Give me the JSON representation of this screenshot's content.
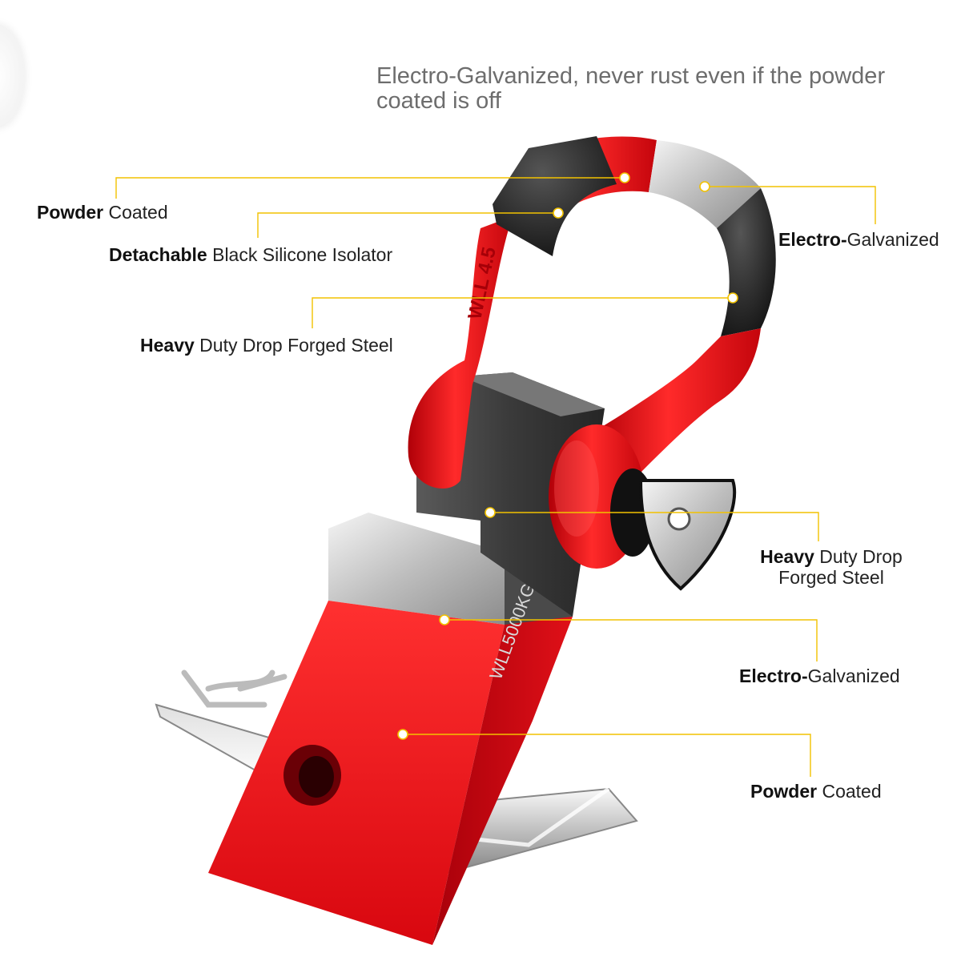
{
  "headline": "Electro-Galvanized, never rust even if the powder coated is off",
  "shackle_stamp": "WLL 4.5",
  "receiver_stamp": "WLL5000KG",
  "colors": {
    "accent_line": "#f2c200",
    "body_red": "#e8141a",
    "silver": "#c9c9c9",
    "black": "#1b1b1b"
  },
  "callouts": [
    {
      "bold": "Powder",
      "rest": " Coated"
    },
    {
      "bold": "Detachable",
      "rest": " Black Silicone Isolator"
    },
    {
      "bold": "Heavy",
      "rest": " Duty Drop Forged Steel"
    },
    {
      "bold": "Electro-",
      "rest": "Galvanized"
    },
    {
      "bold": "Heavy",
      "rest": " Duty Drop",
      "line2": "Forged Steel"
    },
    {
      "bold": "Electro-",
      "rest": "Galvanized"
    },
    {
      "bold": "Powder",
      "rest": " Coated"
    }
  ]
}
